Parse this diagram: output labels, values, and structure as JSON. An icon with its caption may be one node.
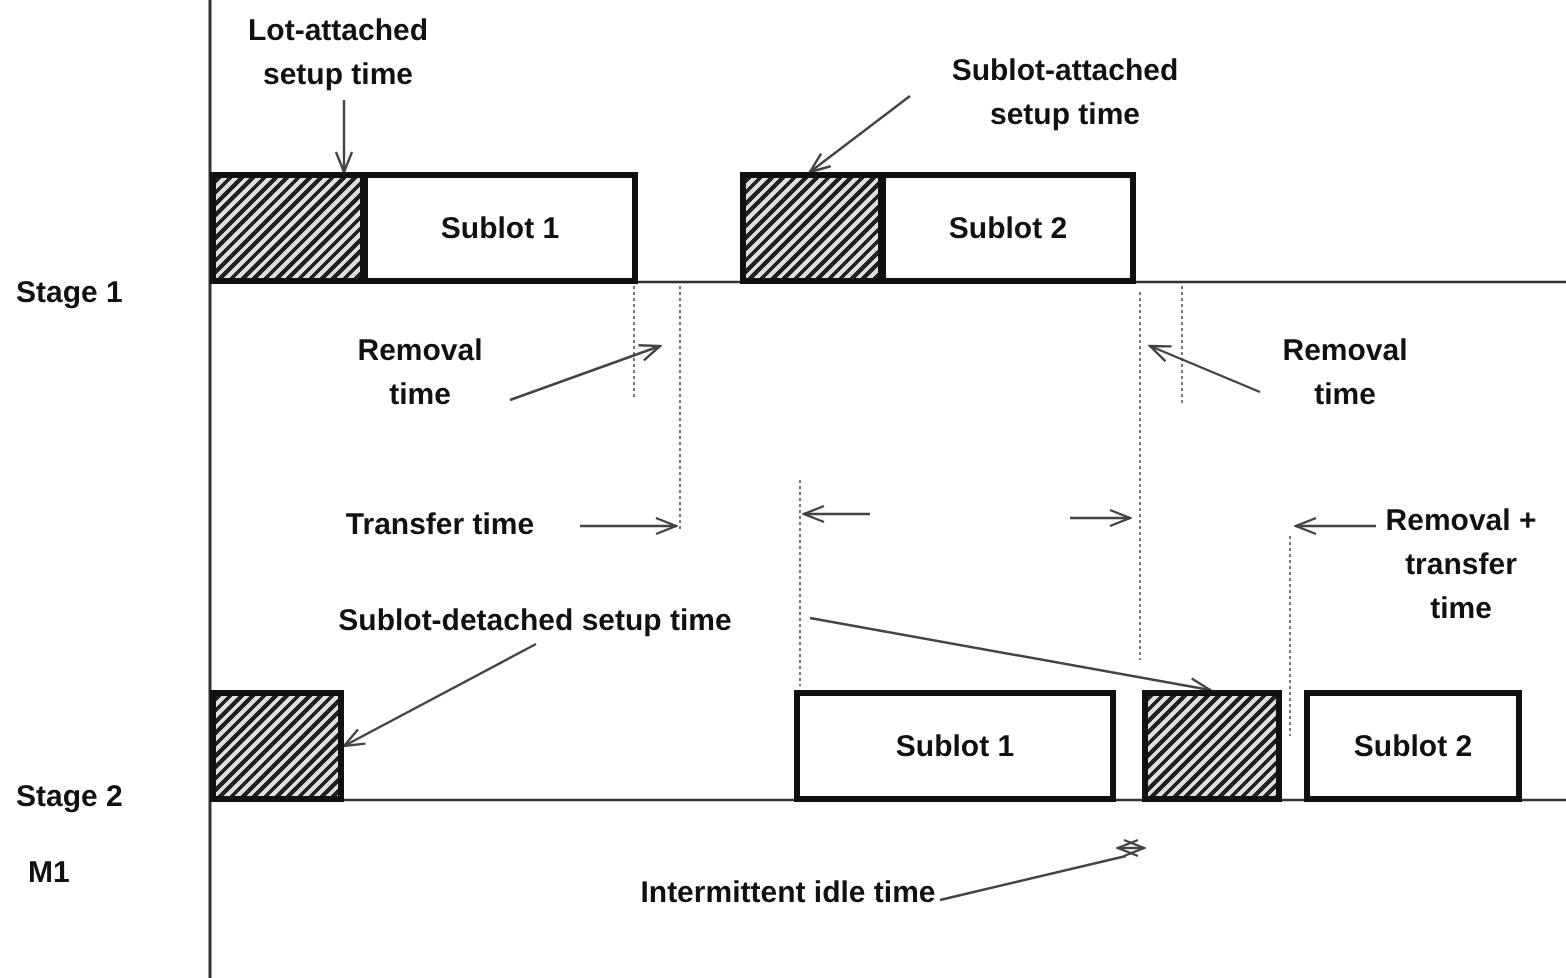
{
  "diagram": {
    "nodes": [
      {
        "text": [
          "Lot-attached setup time"
        ]
      },
      {
        "text": [
          "Sublot-attached setup time"
        ]
      },
      {
        "text": [],
        "shape": "box"
      },
      {
        "text": [
          "Sublot 1"
        ]
      },
      {
        "text": [],
        "shape": "box"
      },
      {
        "text": [
          "Sublot 2"
        ]
      },
      {
        "text": [
          "Removal time"
        ]
      },
      {
        "text": [
          "Removal time"
        ]
      },
      {
        "text": [
          "Transfer time"
        ]
      },
      {
        "text": [
          "Removal + transfer time"
        ]
      },
      {
        "text": [
          "Sublot-detached setup time"
        ]
      },
      {
        "text": [],
        "shape": "box"
      },
      {
        "text": [
          "Sublot 1"
        ]
      },
      {
        "text": [],
        "shape": "box"
      },
      {
        "text": [
          "Sublot 2"
        ]
      },
      {
        "text": [
          "Intermittent idle time"
        ]
      }
    ],
    "edges": [
      {
        "from": 0,
        "to": 2,
        "arrow": "to"
      },
      {
        "from": 1,
        "to": 4,
        "arrow": "to"
      },
      {
        "from": 6,
        "to": null,
        "arrow": "to"
      },
      {
        "from": 7,
        "to": null,
        "arrow": "to"
      },
      {
        "from": 8,
        "to": null,
        "arrow": "to"
      },
      {
        "from": 9,
        "to": null,
        "arrow": "to"
      },
      {
        "from": 10,
        "to": 11,
        "arrow": "to"
      },
      {
        "from": 10,
        "to": 13,
        "arrow": "to"
      },
      {
        "from": 15,
        "to": null,
        "arrow": "none"
      }
    ],
    "labels": [
      "Stage 1",
      "Stage 2",
      "M1"
    ]
  }
}
